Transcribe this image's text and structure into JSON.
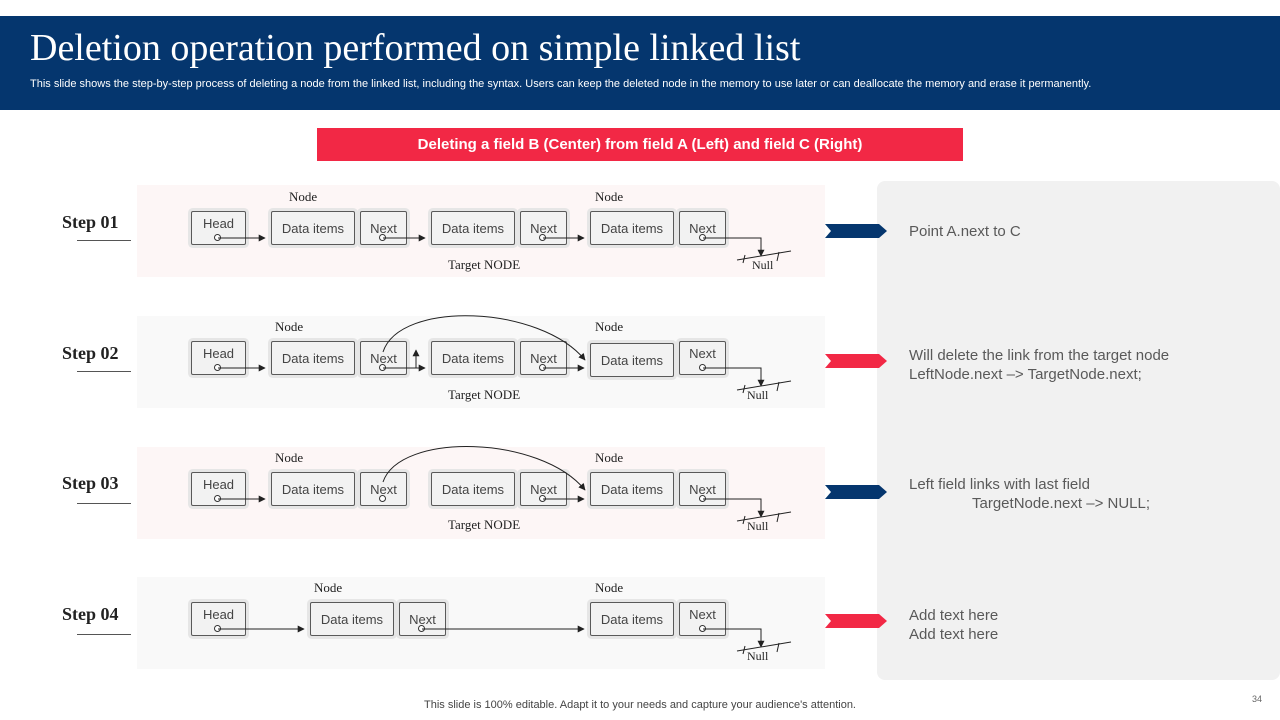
{
  "header": {
    "title": "Deletion operation performed on simple linked list",
    "subtitle": "This slide shows the step-by-step process of deleting a node from the linked list, including the syntax. Users can keep the deleted node in the memory to use later or can deallocate the memory and erase it permanently."
  },
  "banner": "Deleting a field B (Center) from field A (Left) and field C (Right)",
  "labels": {
    "head": "Head",
    "data_items": "Data items",
    "next": "Next",
    "node": "Node",
    "target_node": "Target NODE",
    "null": "Null"
  },
  "steps": [
    {
      "label": "Step 01",
      "lines": [
        "Point A.next to C"
      ],
      "chevron_color": "#05366e"
    },
    {
      "label": "Step 02",
      "lines": [
        "Will delete the link from the target node",
        "LeftNode.next  –> TargetNode.next;"
      ],
      "chevron_color": "#f22845"
    },
    {
      "label": "Step 03",
      "lines": [
        "Left field links with last field",
        "TargetNode.next  –> NULL;"
      ],
      "chevron_color": "#05366e"
    },
    {
      "label": "Step 04",
      "lines": [
        "Add text here",
        "Add text here"
      ],
      "chevron_color": "#f22845"
    }
  ],
  "colors": {
    "navy": "#05366e",
    "red": "#f22845",
    "panel": "#f1f1f1"
  },
  "footer": "This slide is 100% editable. Adapt it to your needs and capture your audience's attention.",
  "page_number": "34"
}
